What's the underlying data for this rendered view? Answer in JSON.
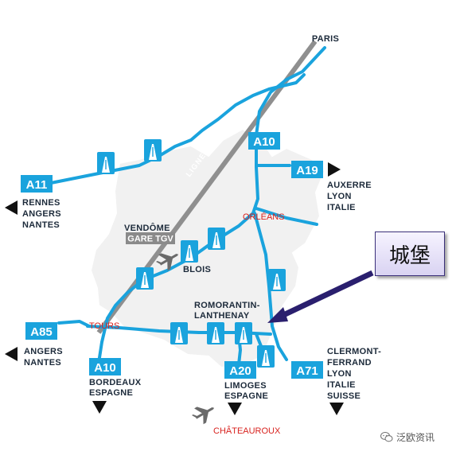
{
  "region_fill": "#f1f1f1",
  "colors": {
    "motorway": "#1aa3dd",
    "tgv_line": "#8f8f8f",
    "city_label": "#1c2a3a",
    "city_red": "#d8231f",
    "callout_arrow": "#2a1f6e"
  },
  "cities": {
    "paris": "PARIS",
    "auxerre": "AUXERRE",
    "lyon_a19": "LYON",
    "italie_a19": "ITALIE",
    "rennes": "RENNES",
    "angers_a11": "ANGERS",
    "nantes_a11": "NANTES",
    "vendome": "VENDÔME",
    "gare_tgv": "GARE TGV",
    "blois": "BLOIS",
    "orleans": "ORLÉANS",
    "romorantin": "ROMORANTIN-",
    "lanthenay": "LANTHENAY",
    "tours": "TOURS",
    "angers_a85": "ANGERS",
    "nantes_a85": "NANTES",
    "bordeaux": "BORDEAUX",
    "espagne_a10": "ESPAGNE",
    "limoges": "LIMOGES",
    "espagne_a20": "ESPAGNE",
    "clermont": "CLERMONT-",
    "ferrand": "FERRAND",
    "lyon_a71": "LYON",
    "italie_a71": "ITALIE",
    "suisse": "SUISSE",
    "chateauroux": "CHÂTEAUROUX"
  },
  "motorways": {
    "a10_north": "A10",
    "a19": "A19",
    "a11": "A11",
    "a85": "A85",
    "a10_south": "A10",
    "a20": "A20",
    "a71": "A71"
  },
  "tgv_line_label": "LIGNE TGV",
  "callout": {
    "label": "城堡"
  },
  "watermark": {
    "text": "泛欧资讯",
    "icon": "wechat-icon"
  },
  "icons": {
    "motorway": "motorway-icon",
    "airport": "airplane-icon",
    "direction": "triangle-arrow-icon"
  }
}
